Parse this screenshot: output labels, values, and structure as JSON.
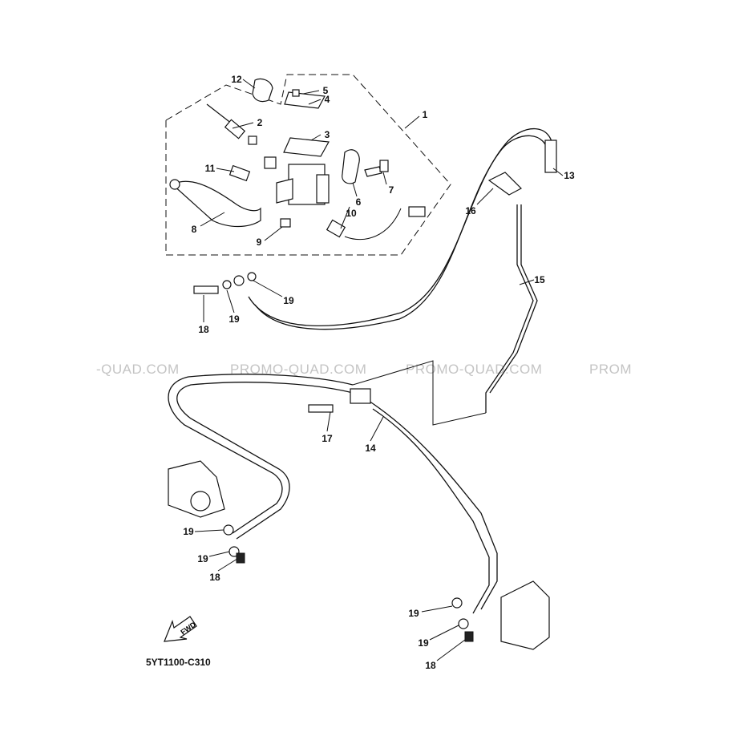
{
  "diagram": {
    "code": "5YT1100-C310",
    "fwd_label": "FWD",
    "watermarks": [
      "-QUAD.COM",
      "PROMO-QUAD.COM",
      "PROMO-QUAD.COM",
      "PROM"
    ],
    "callouts": [
      "12",
      "5",
      "4",
      "2",
      "3",
      "1",
      "11",
      "7",
      "13",
      "6",
      "16",
      "10",
      "8",
      "9",
      "15",
      "19",
      "18",
      "19",
      "17",
      "14",
      "19",
      "19",
      "18",
      "19",
      "19",
      "18"
    ]
  }
}
